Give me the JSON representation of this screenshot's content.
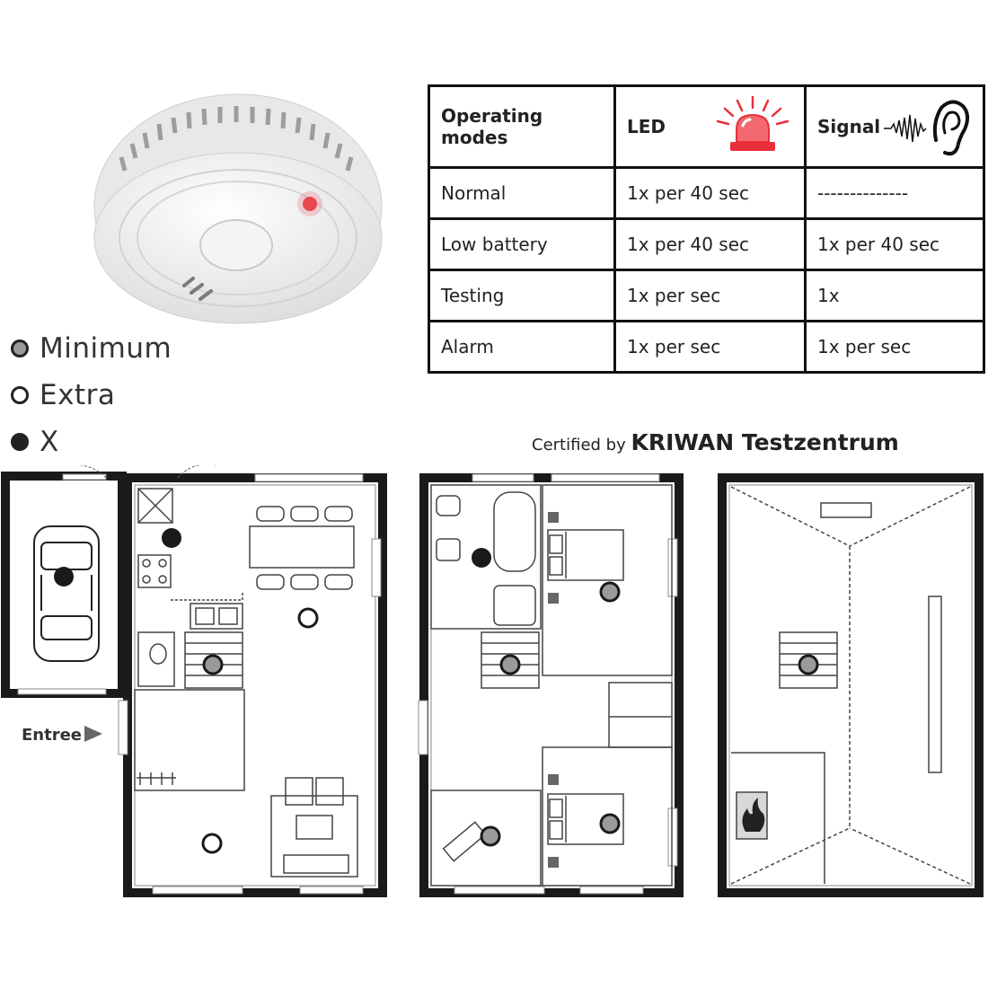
{
  "legend": [
    {
      "type": "min",
      "label": "Minimum"
    },
    {
      "type": "extra",
      "label": "Extra"
    },
    {
      "type": "x",
      "label": "X"
    }
  ],
  "table": {
    "headers": {
      "modes": "Operating modes",
      "led": "LED",
      "signal": "Signal"
    },
    "rows": [
      {
        "mode": "Normal",
        "led": "1x per 40 sec",
        "signal": "--------------"
      },
      {
        "mode": "Low battery",
        "led": "1x per 40 sec",
        "signal": "1x per 40 sec"
      },
      {
        "mode": "Testing",
        "led": "1x per sec",
        "signal": "1x"
      },
      {
        "mode": "Alarm",
        "led": "1x per sec",
        "signal": "1x per sec"
      }
    ]
  },
  "certification": {
    "prefix": "Certified by",
    "name": "KRIWAN Testzentrum"
  },
  "entrance_label": "Entree",
  "colors": {
    "led_red": "#e8303a",
    "detector_dot_fill": "#9a9a9a",
    "wall": "#1a1a1a"
  },
  "icons": [
    "smoke-detector-image",
    "red-beacon-icon",
    "ear-sound-icon",
    "car-icon",
    "fire-icon",
    "arrow-right-icon"
  ]
}
